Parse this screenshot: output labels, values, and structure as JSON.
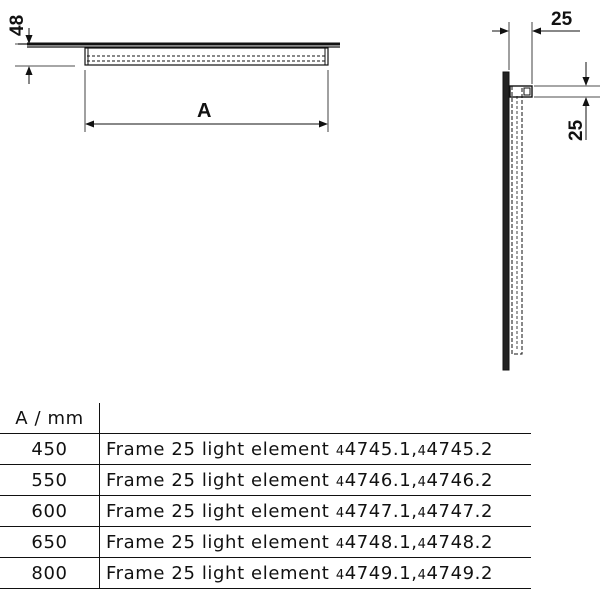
{
  "drawing": {
    "front_view": {
      "height_dim": "48",
      "width_dim": "A"
    },
    "side_view": {
      "depth_dim": "25",
      "profile_dim": "25"
    }
  },
  "table": {
    "header": "A / mm",
    "rows": [
      {
        "size": "450",
        "description": "Frame 25 light element",
        "art_prefix": "4",
        "art_numbers": "4745.1,",
        "art_prefix2": "4",
        "art_numbers2": "4745.2"
      },
      {
        "size": "550",
        "description": "Frame 25 light element",
        "art_prefix": "4",
        "art_numbers": "4746.1,",
        "art_prefix2": "4",
        "art_numbers2": "4746.2"
      },
      {
        "size": "600",
        "description": "Frame 25 light element",
        "art_prefix": "4",
        "art_numbers": "4747.1,",
        "art_prefix2": "4",
        "art_numbers2": "4747.2"
      },
      {
        "size": "650",
        "description": "Frame 25 light element",
        "art_prefix": "4",
        "art_numbers": "4748.1,",
        "art_prefix2": "4",
        "art_numbers2": "4748.2"
      },
      {
        "size": "800",
        "description": "Frame 25 light element",
        "art_prefix": "4",
        "art_numbers": "4749.1,",
        "art_prefix2": "4",
        "art_numbers2": "4749.2"
      }
    ]
  }
}
